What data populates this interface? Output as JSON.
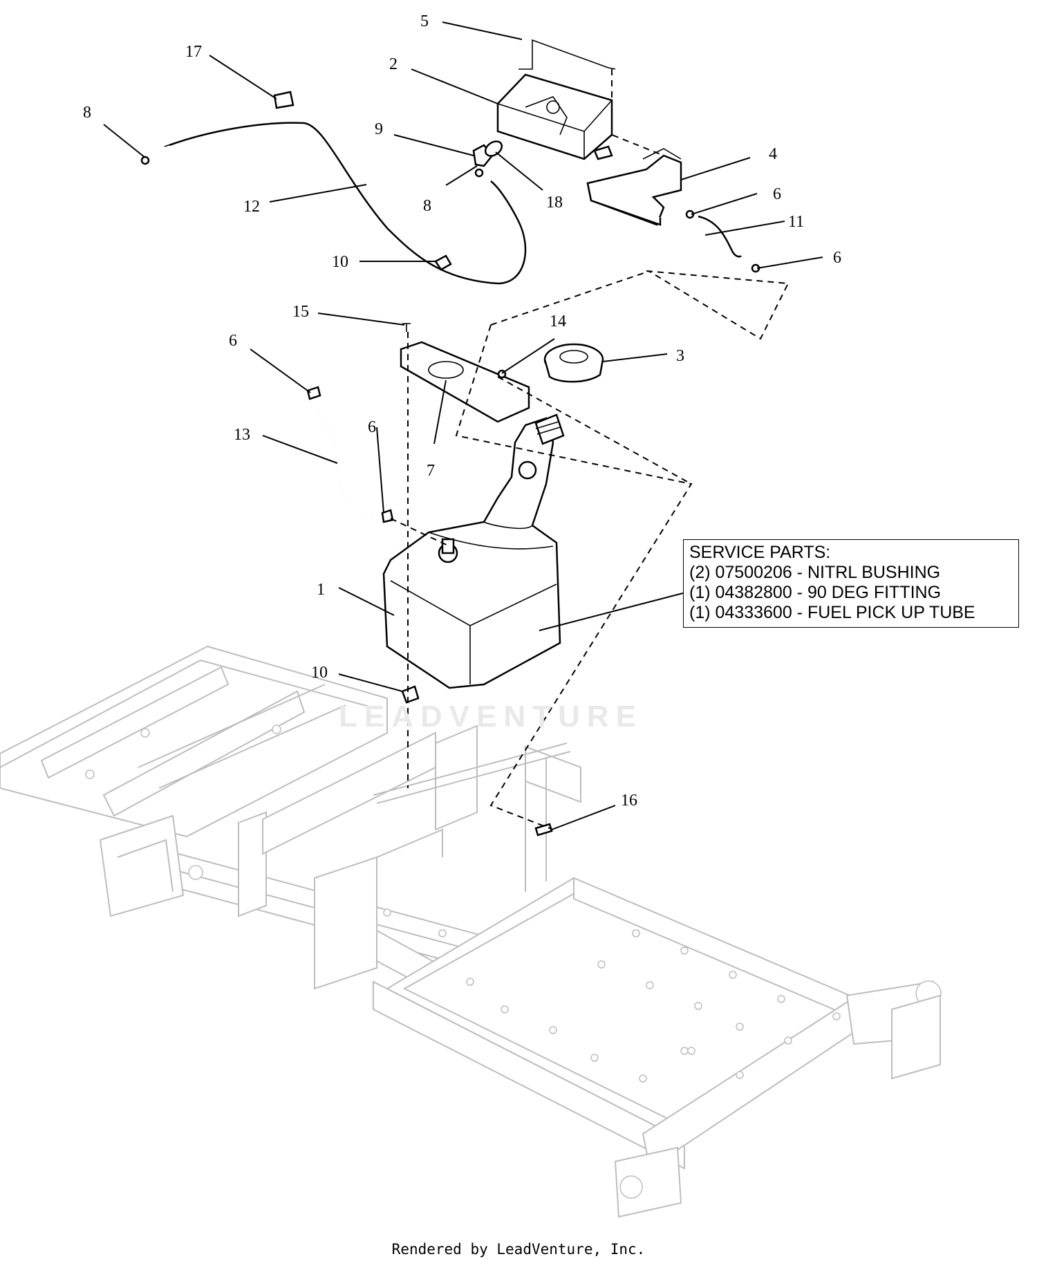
{
  "callouts": {
    "c1": "1",
    "c2": "2",
    "c3": "3",
    "c4": "4",
    "c5": "5",
    "c6a": "6",
    "c6b": "6",
    "c6c": "6",
    "c6d": "6",
    "c7": "7",
    "c8a": "8",
    "c8b": "8",
    "c9": "9",
    "c10a": "10",
    "c10b": "10",
    "c11": "11",
    "c12": "12",
    "c13": "13",
    "c14": "14",
    "c15": "15",
    "c16": "16",
    "c17": "17",
    "c18": "18"
  },
  "service_parts": {
    "heading": "SERVICE PARTS:",
    "lines": [
      "(2) 07500206 - NITRL BUSHING",
      "(1) 04382800 - 90 DEG FITTING",
      "(1) 04333600 - FUEL PICK UP TUBE"
    ]
  },
  "watermark": "LEADVENTURE",
  "footer": "Rendered by LeadVenture, Inc."
}
